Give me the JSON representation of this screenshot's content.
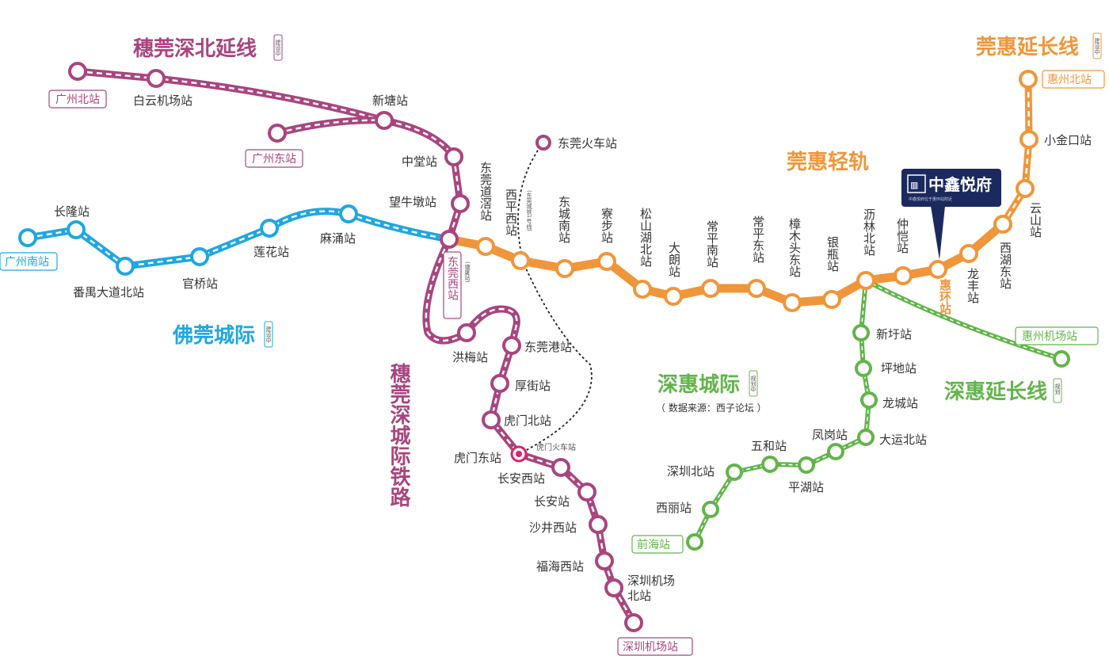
{
  "colors": {
    "purple": "#a8457f",
    "blue": "#1ea7e1",
    "orange": "#f0963a",
    "green": "#62b44a",
    "navy": "#1b2a5e",
    "text": "#333333"
  },
  "lines": {
    "suiguan_north": {
      "name": "穗莞深北延线",
      "status": "建设中"
    },
    "suiguan_main": {
      "name": "穗莞深城际铁路"
    },
    "fo_guan": {
      "name": "佛莞城际",
      "status": "建设中"
    },
    "guan_hui_light": {
      "name": "莞惠轻轨"
    },
    "guan_hui_ext": {
      "name": "莞惠延长线",
      "status": "建设中"
    },
    "shen_hui": {
      "name": "深惠城际",
      "status": "规划中"
    },
    "shen_hui_ext": {
      "name": "深惠延长线",
      "status": "规划"
    }
  },
  "source_note": "（ 数据来源：西子论坛 ）",
  "project_badge": {
    "title": "中鑫悦府",
    "subtitle": "中鑫悦府位于惠环站附近"
  },
  "stations": {
    "gz_north": "广州北站",
    "baiyun_airport": "白云机场站",
    "gz_east": "广州东站",
    "xintang": "新塘站",
    "zhongtang": "中堂站",
    "wangniudun": "望牛墩站",
    "gz_south": "广州南站",
    "changlong": "长隆站",
    "panyu": "番禺大道北站",
    "guanqiao": "官桥站",
    "lianhua": "莲花站",
    "machong": "麻涌站",
    "dg_west": "东莞西站",
    "dg_west_note": "(塘厦站)",
    "daojiao": "东莞道滘站",
    "xiping_west": "西平西站",
    "xiping_note": "(东莞城铁1号线)",
    "dg_train": "东莞火车站",
    "dongcheng_south": "东城南站",
    "huibu": "寮步站",
    "songshanhu": "松山湖北站",
    "dalang": "大朗站",
    "changping_south": "常平南站",
    "changping_east": "常平东站",
    "zhangmutou": "樟木头东站",
    "yinping": "银瓶站",
    "lilin_north": "沥林北站",
    "zhongkai": "仲恺站",
    "huihuan": "惠环站",
    "longfeng": "龙丰站",
    "xihu_east": "西湖东站",
    "yunshan": "云山站",
    "xiaojinkou": "小金口站",
    "hz_north": "惠州北站",
    "hongmei": "洪梅站",
    "dg_port": "东莞港站",
    "houjie": "厚街站",
    "humen_north": "虎门北站",
    "humen_east": "虎门东站",
    "humen_train": "虎门火车站",
    "changan_west": "长安西站",
    "changan": "长安站",
    "shajing_west": "沙井西站",
    "fuhai_west": "福海西站",
    "sz_airport_north_1": "深圳机场",
    "sz_airport_north_2": "北站",
    "sz_airport": "深圳机场站",
    "xinxu": "新圩站",
    "pingdi": "坪地站",
    "longcheng": "龙城站",
    "dayun_north": "大运北站",
    "fenggang": "凤岗站",
    "pinghu": "平湖站",
    "wuhe": "五和站",
    "sz_north": "深圳北站",
    "xili": "西丽站",
    "qianhai": "前海站",
    "hz_airport": "惠州机场站"
  }
}
